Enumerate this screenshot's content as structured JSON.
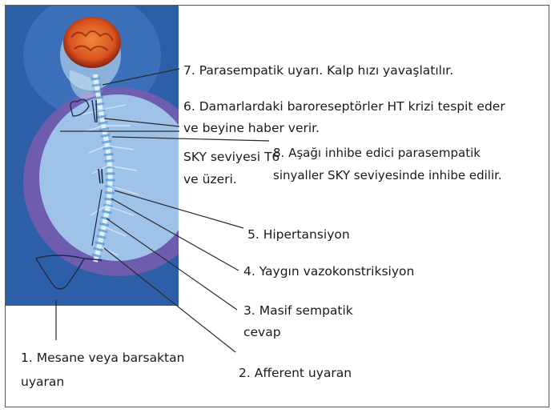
{
  "colors": {
    "panel_background": "#2d5fa8",
    "outer_glow": "#7a5cb0",
    "inner_field": "#9ec2e8",
    "spine": "#bfe6f5",
    "brain": "#d9531e",
    "leader_lines": "#2a2a2a"
  },
  "labels": {
    "l7": "7. Parasempatik uyarı. Kalp hızı yavaşlatılır.",
    "l6_line1": "6. Damarlardaki baroreseptörler HT krizi tespit eder",
    "l6_line2": "ve beyine haber verir.",
    "sky_line1": "SKY seviyesi T6",
    "sky_line2": "ve üzeri.",
    "l8_line1": "8. Aşağı inhibe edici parasempatik",
    "l8_line2": "sinyaller SKY seviyesinde inhibe edilir.",
    "l5": "5. Hipertansiyon",
    "l4": "4. Yaygın vazokonstriksiyon",
    "l3_line1": "3. Masif sempatik",
    "l3_line2": "cevap",
    "l1_line1": "1. Mesane veya barsaktan",
    "l1_line2": "uyaran",
    "l2": "2. Afferent uyaran"
  }
}
